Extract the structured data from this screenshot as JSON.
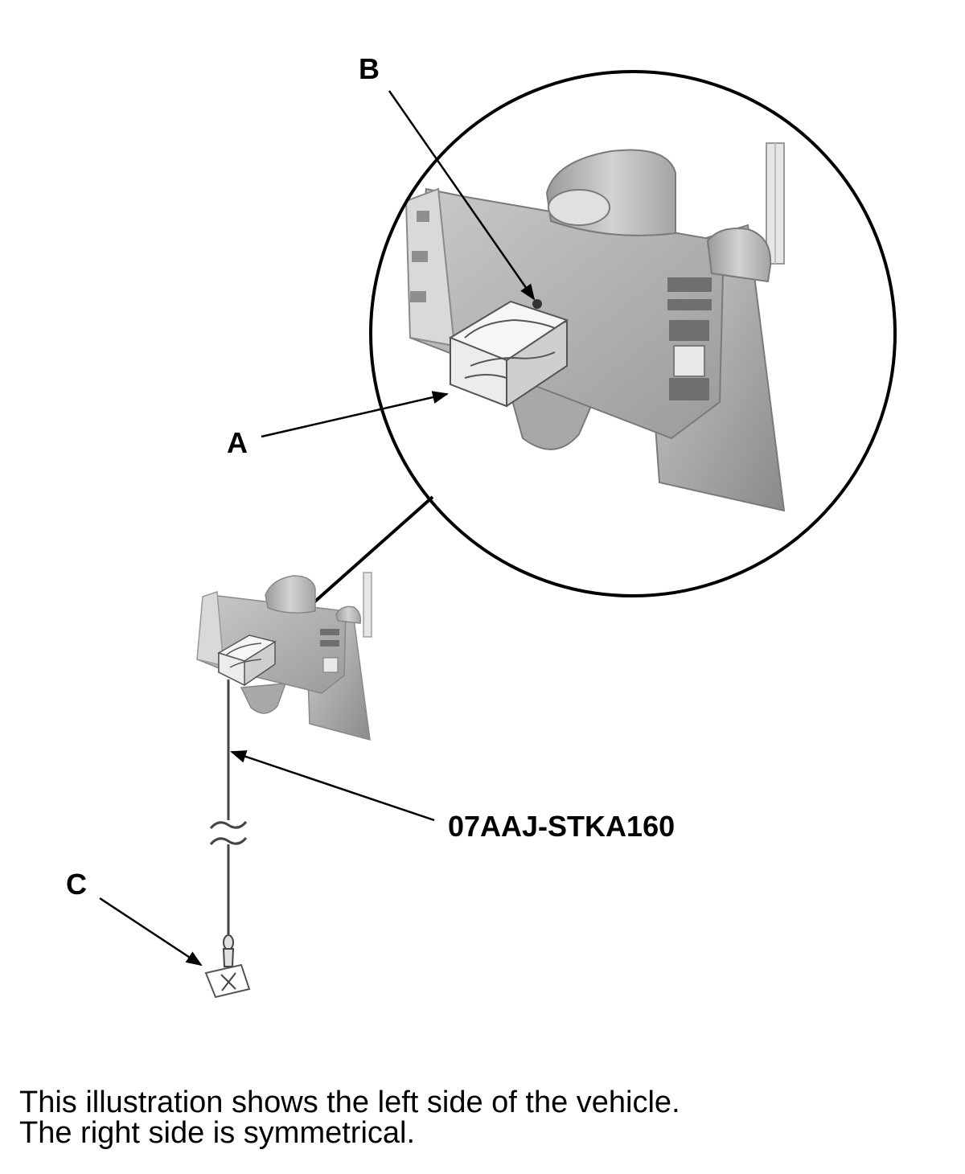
{
  "callouts": {
    "a": "A",
    "b": "B",
    "c": "C"
  },
  "tool_part_number": "07AAJ-STKA160",
  "caption": {
    "line1": "This illustration shows the left side of the vehicle.",
    "line2": "The right side is symmetrical."
  },
  "colors": {
    "line": "#000000",
    "bracket_dark": "#8c8c8c",
    "bracket_mid": "#b5b5b5",
    "bracket_light": "#d4d4d4",
    "sensor_white": "#f4f4f4"
  },
  "icons": {
    "magnifier": "detail-circle",
    "marker": "floor-mark-x"
  }
}
